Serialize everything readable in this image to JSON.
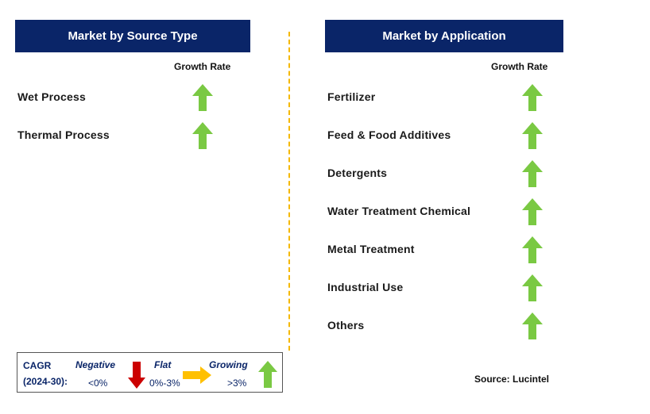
{
  "left_panel": {
    "title": "Market by Source Type",
    "growth_rate_label": "Growth Rate",
    "items": [
      {
        "label": "Wet Process",
        "trend": "growing"
      },
      {
        "label": "Thermal Process",
        "trend": "growing"
      }
    ]
  },
  "right_panel": {
    "title": "Market by Application",
    "growth_rate_label": "Growth Rate",
    "items": [
      {
        "label": "Fertilizer",
        "trend": "growing"
      },
      {
        "label": "Feed & Food Additives",
        "trend": "growing"
      },
      {
        "label": "Detergents",
        "trend": "growing"
      },
      {
        "label": "Water Treatment Chemical",
        "trend": "growing"
      },
      {
        "label": "Metal Treatment",
        "trend": "growing"
      },
      {
        "label": "Industrial Use",
        "trend": "growing"
      },
      {
        "label": "Others",
        "trend": "growing"
      }
    ]
  },
  "legend": {
    "cagr_line1": "CAGR",
    "cagr_line2": "(2024-30):",
    "negative_label": "Negative",
    "negative_range": "<0%",
    "flat_label": "Flat",
    "flat_range": "0%-3%",
    "growing_label": "Growing",
    "growing_range": ">3%"
  },
  "source": "Source: Lucintel",
  "colors": {
    "header_bg": "#0a2568",
    "growing_arrow": "#7ac943",
    "negative_arrow": "#cc0000",
    "flat_arrow": "#ffc000",
    "divider": "#f5b800"
  }
}
